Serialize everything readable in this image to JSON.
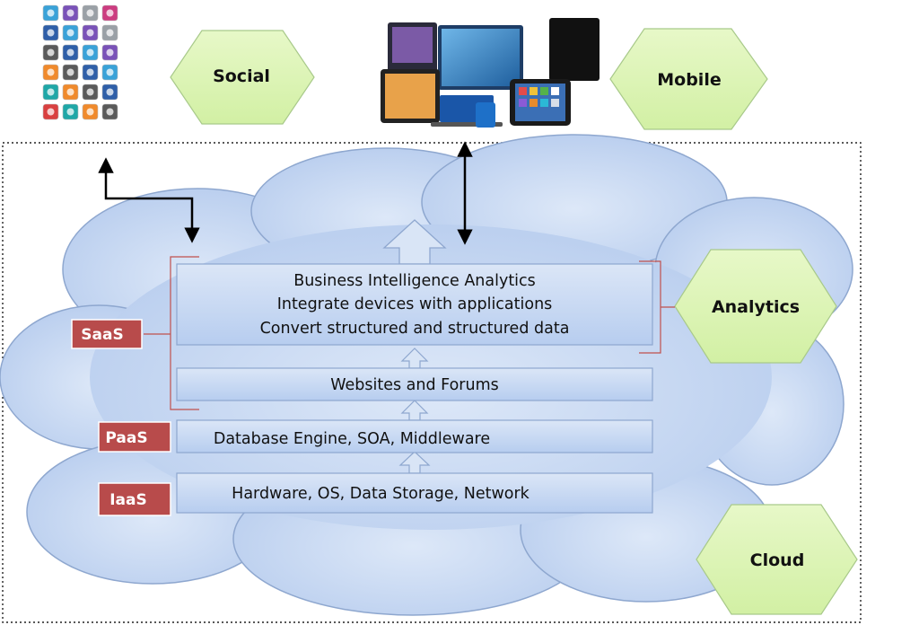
{
  "hexagons": {
    "social": "Social",
    "mobile": "Mobile",
    "analytics": "Analytics",
    "cloud": "Cloud"
  },
  "layers": {
    "saas_top": {
      "line1": "Business Intelligence Analytics",
      "line2": "Integrate devices with applications",
      "line3": "Convert structured and structured data"
    },
    "websites": "Websites and Forums",
    "paas": "Database Engine, SOA, Middleware",
    "iaas": "Hardware, OS, Data Storage, Network"
  },
  "tiers": {
    "saas": "SaaS",
    "paas": "PaaS",
    "iaas": "IaaS"
  },
  "colors": {
    "hex_fill": "#dcf5b4",
    "cloud_fill": "#c9daf2",
    "layer_fill": "#c7d8f2",
    "tier_fill": "#b84b4b",
    "bracket": "#c0504d"
  }
}
